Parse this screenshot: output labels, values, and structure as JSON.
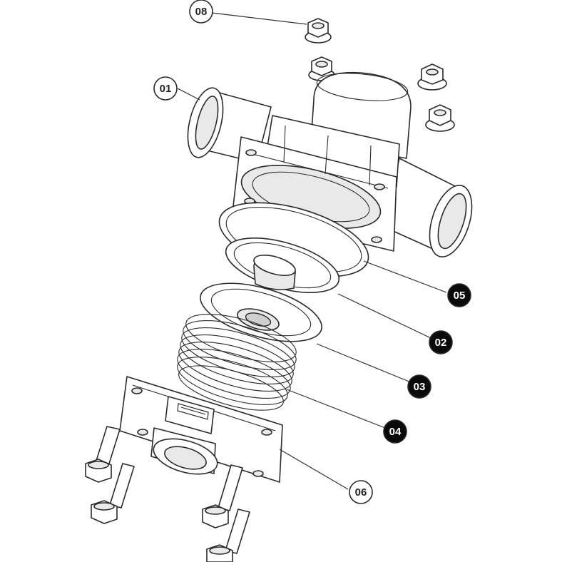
{
  "diagram": {
    "callouts": [
      {
        "id": "01",
        "style": "light"
      },
      {
        "id": "08",
        "style": "light"
      },
      {
        "id": "05",
        "style": "dark"
      },
      {
        "id": "02",
        "style": "dark"
      },
      {
        "id": "03",
        "style": "dark"
      },
      {
        "id": "04",
        "style": "dark"
      },
      {
        "id": "06",
        "style": "light"
      }
    ]
  },
  "colors": {
    "dark_callout": "#0a0a0a",
    "light_callout": "#ffffff",
    "line": "#2a2a2a"
  }
}
